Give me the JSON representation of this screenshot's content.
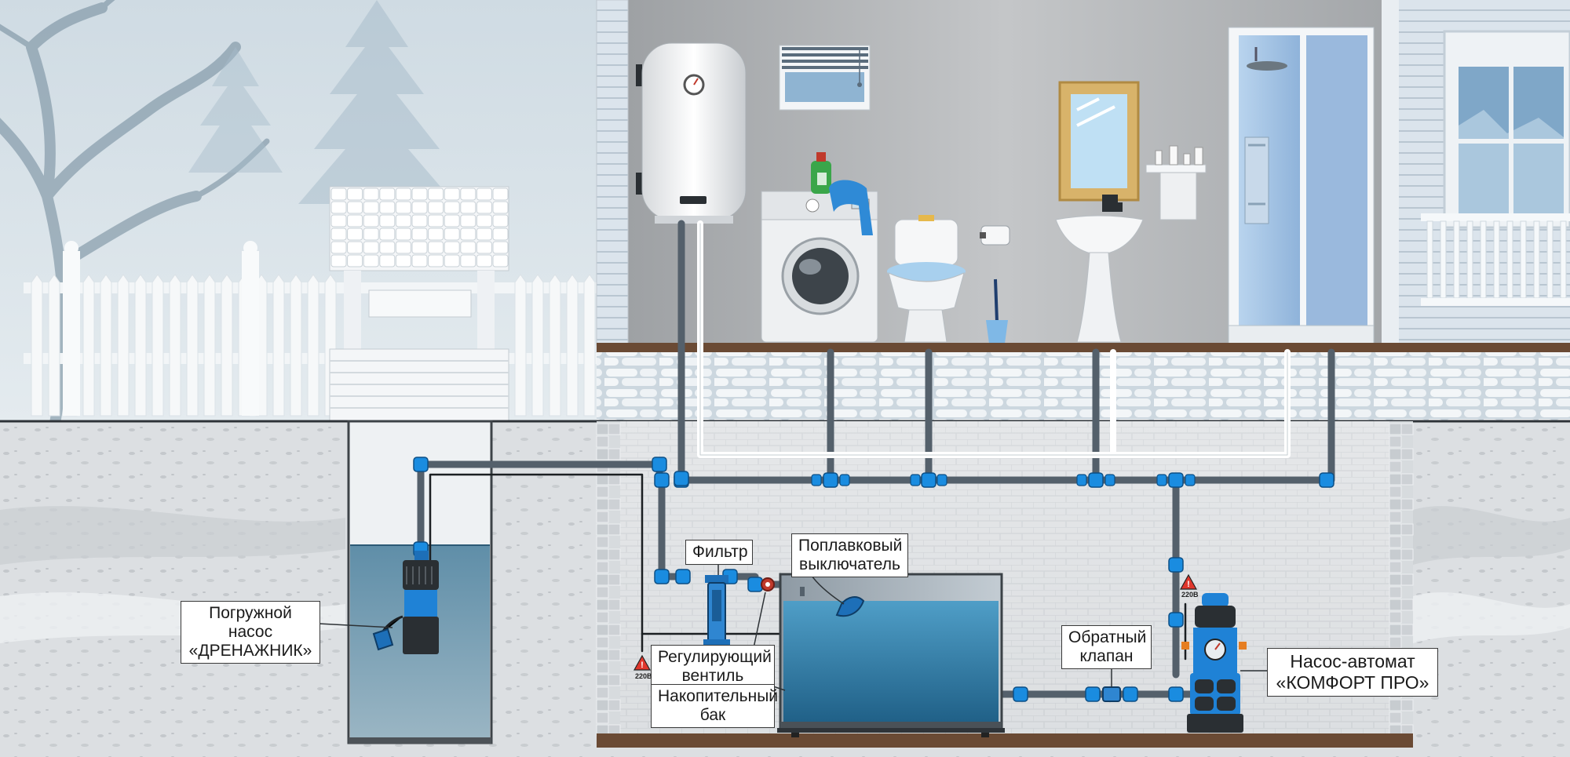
{
  "labels": {
    "drainage_pump": "Погружной насос\n«ДРЕНАЖНИК»",
    "filter": "Фильтр",
    "float_switch": "Поплавковый\nвыключатель",
    "valve": "Регулирующий\nвентиль",
    "tank": "Накопительный\nбак",
    "check_valve": "Обратный\nклапан",
    "auto_pump": "Насос-автомат\n«КОМФОРТ ПРО»"
  },
  "voltage": {
    "left": "220В",
    "right": "220В"
  },
  "colors": {
    "pipe": "#54606b",
    "fitting": "#1a8ce0",
    "water": "#3a86b0",
    "wall": "#8f9396",
    "floor": "#6a4a34"
  },
  "icons": [
    "well-icon",
    "tree-icon",
    "fence-icon",
    "water-heater-icon",
    "washing-machine-icon",
    "toilet-icon",
    "sink-icon",
    "shower-cabin-icon",
    "window-icon",
    "warning-icon"
  ]
}
